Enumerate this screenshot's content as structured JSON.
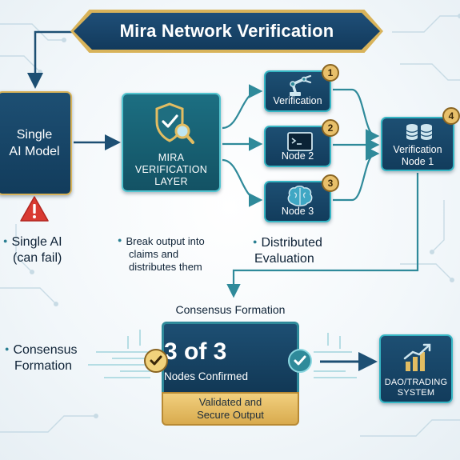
{
  "title": "Mira Network Verification",
  "single_ai": {
    "box_label_line1": "Single",
    "box_label_line2": "AI Model",
    "caption_line1": "Single AI",
    "caption_line2": "(can fail)"
  },
  "mira_layer": {
    "label_line1": "MIRA",
    "label_line2": "VERIFICATION",
    "label_line3": "LAYER",
    "caption_line1": "Break output into",
    "caption_line2": "claims and",
    "caption_line3": "distributes them"
  },
  "nodes": [
    {
      "badge": "1",
      "label": "Verification"
    },
    {
      "badge": "2",
      "label": "Node 2"
    },
    {
      "badge": "3",
      "label": "Node 3"
    }
  ],
  "distributed_caption_line1": "Distributed",
  "distributed_caption_line2": "Evaluation",
  "verification_node1": {
    "badge": "4",
    "label_line1": "Verification",
    "label_line2": "Node 1"
  },
  "consensus": {
    "heading": "Consensus Formation",
    "big": "3 of 3",
    "small": "Nodes Confirmed",
    "validated_line1": "Validated and",
    "validated_line2": "Secure Output",
    "left_caption_line1": "Consensus",
    "left_caption_line2": "Formation"
  },
  "dao": {
    "label_line1": "DAO/TRADING",
    "label_line2": "SYSTEM"
  },
  "colors": {
    "navy": "#123c5c",
    "teal": "#36b6c4",
    "gold": "#d8b35a",
    "alert_red": "#d93a32"
  }
}
